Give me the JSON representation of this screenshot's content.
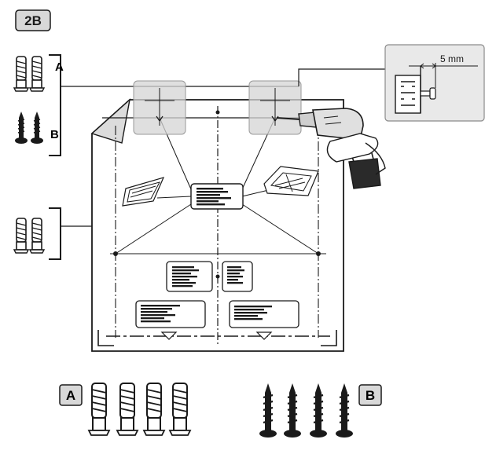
{
  "step": {
    "label": "2B"
  },
  "brackets": {
    "top_a": "A",
    "top_b": "B"
  },
  "detail": {
    "measurement": "5 mm"
  },
  "legend": {
    "anchors_label": "A",
    "screws_label": "B"
  },
  "colors": {
    "ink": "#1a1a1a",
    "badge_fill": "#d8d8d8",
    "panel_fill": "#e9e9e9",
    "highlight_fill": "#d4d4d4"
  },
  "icons": [
    "wall-anchor-icon",
    "screw-icon",
    "drill-icon",
    "arrow-icon"
  ]
}
